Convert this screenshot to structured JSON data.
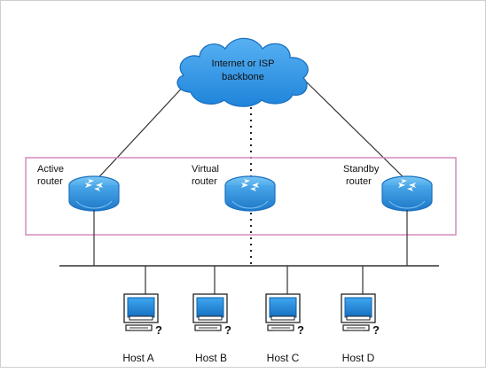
{
  "cloud": {
    "line1": "Internet or ISP",
    "line2": "backbone"
  },
  "routers": {
    "active": {
      "line1": "Active",
      "line2": "router"
    },
    "virtual": {
      "line1": "Virtual",
      "line2": "router"
    },
    "standby": {
      "line1": "Standby",
      "line2": "router"
    }
  },
  "hosts": [
    {
      "label": "Host A",
      "symbol": "?"
    },
    {
      "label": "Host B",
      "symbol": "?"
    },
    {
      "label": "Host C",
      "symbol": "?"
    },
    {
      "label": "Host D",
      "symbol": "?"
    }
  ],
  "colors": {
    "router": "#2b8fd8",
    "routerTop": "#4fb0ef",
    "cloud": "#2f96ea",
    "highlightBox": "#d48ac0"
  }
}
